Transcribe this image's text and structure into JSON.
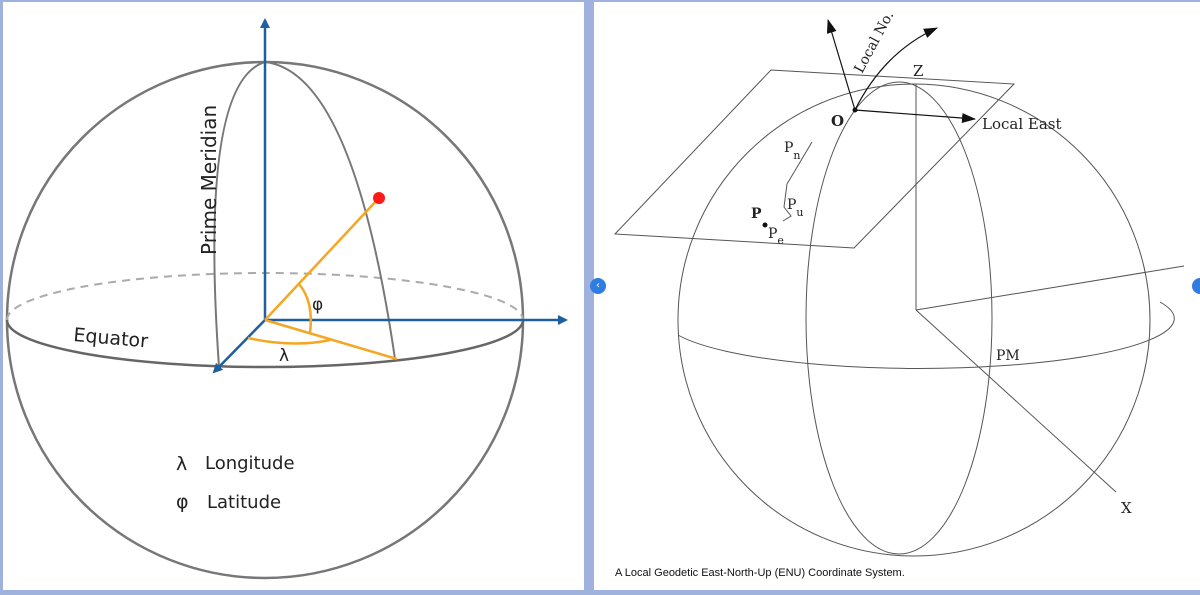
{
  "left_diagram": {
    "prime_meridian_label": "Prime Meridian",
    "equator_label": "Equator",
    "lambda_symbol": "λ",
    "phi_symbol": "φ",
    "legend": [
      {
        "symbol": "λ",
        "text": "Longitude"
      },
      {
        "symbol": "φ",
        "text": "Latitude"
      }
    ],
    "colors": {
      "axis": "#1f5f9e",
      "angle": "#f5a623",
      "point": "#ff1a1a",
      "sphere": "#777777"
    }
  },
  "right_diagram": {
    "labels": {
      "local_north": "Local No.",
      "z_axis": "Z",
      "origin": "O",
      "local_east": "Local East",
      "p_n": "P",
      "p_n_sub": "n",
      "p_u": "P",
      "p_u_sub": "u",
      "point_p": "P",
      "p_e": "P",
      "p_e_sub": "e",
      "pm": "PM",
      "x_axis": "X"
    },
    "caption": "A Local Geodetic East-North-Up (ENU) Coordinate System."
  },
  "navigation": {
    "prev_icon": "chevron-left-icon",
    "next_icon": "chevron-right-icon",
    "prev_glyph": "‹"
  }
}
